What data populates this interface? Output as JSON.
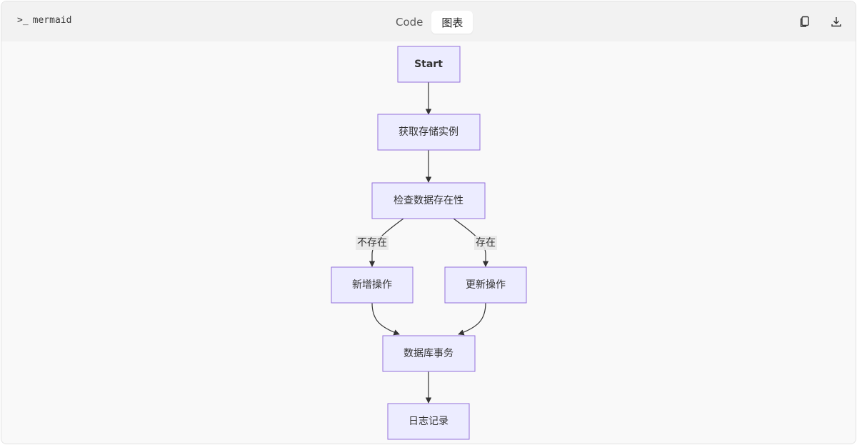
{
  "header": {
    "language": "mermaid",
    "tabs": [
      {
        "label": "Code",
        "active": false
      },
      {
        "label": "图表",
        "active": true
      }
    ],
    "icons": [
      "copy-icon",
      "download-icon"
    ]
  },
  "diagram": {
    "nodes": {
      "start": "Start",
      "get_storage": "获取存储实例",
      "check": "检查数据存在性",
      "add": "新增操作",
      "update": "更新操作",
      "transaction": "数据库事务",
      "log": "日志记录"
    },
    "edge_labels": {
      "not_exists": "不存在",
      "exists": "存在"
    },
    "colors": {
      "node_fill": "#ececff",
      "node_stroke": "#9370db",
      "edge": "#333333",
      "background": "#f9f9f9"
    }
  }
}
